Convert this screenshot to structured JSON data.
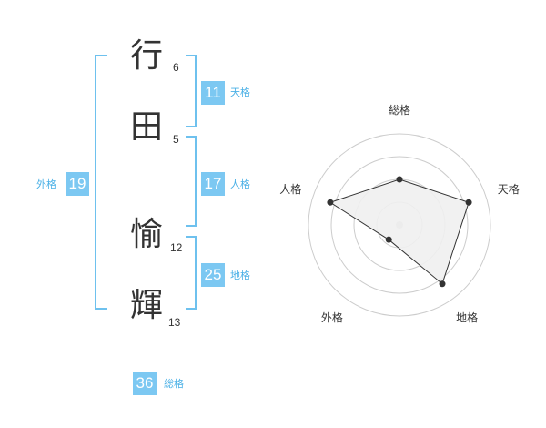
{
  "name": {
    "chars": [
      {
        "char": "行",
        "strokes": "6"
      },
      {
        "char": "田",
        "strokes": "5"
      },
      {
        "char": "愉",
        "strokes": "12"
      },
      {
        "char": "輝",
        "strokes": "13"
      }
    ]
  },
  "fortunes": {
    "tenkaku": {
      "value": "11",
      "label": "天格"
    },
    "jinkaku": {
      "value": "17",
      "label": "人格"
    },
    "chikaku": {
      "value": "25",
      "label": "地格"
    },
    "gaikaku": {
      "value": "19",
      "label": "外格"
    },
    "soukaku": {
      "value": "36",
      "label": "総格"
    }
  },
  "chart_data": {
    "type": "radar",
    "axes": [
      "総格",
      "天格",
      "地格",
      "外格",
      "人格"
    ],
    "values": [
      2.5,
      4,
      4,
      1,
      4
    ],
    "max": 5,
    "rings": 4,
    "colors": {
      "fill": "#f0f0f0",
      "line": "#333333",
      "grid": "#cccccc",
      "point": "#333333",
      "center": "#cccccc"
    }
  }
}
